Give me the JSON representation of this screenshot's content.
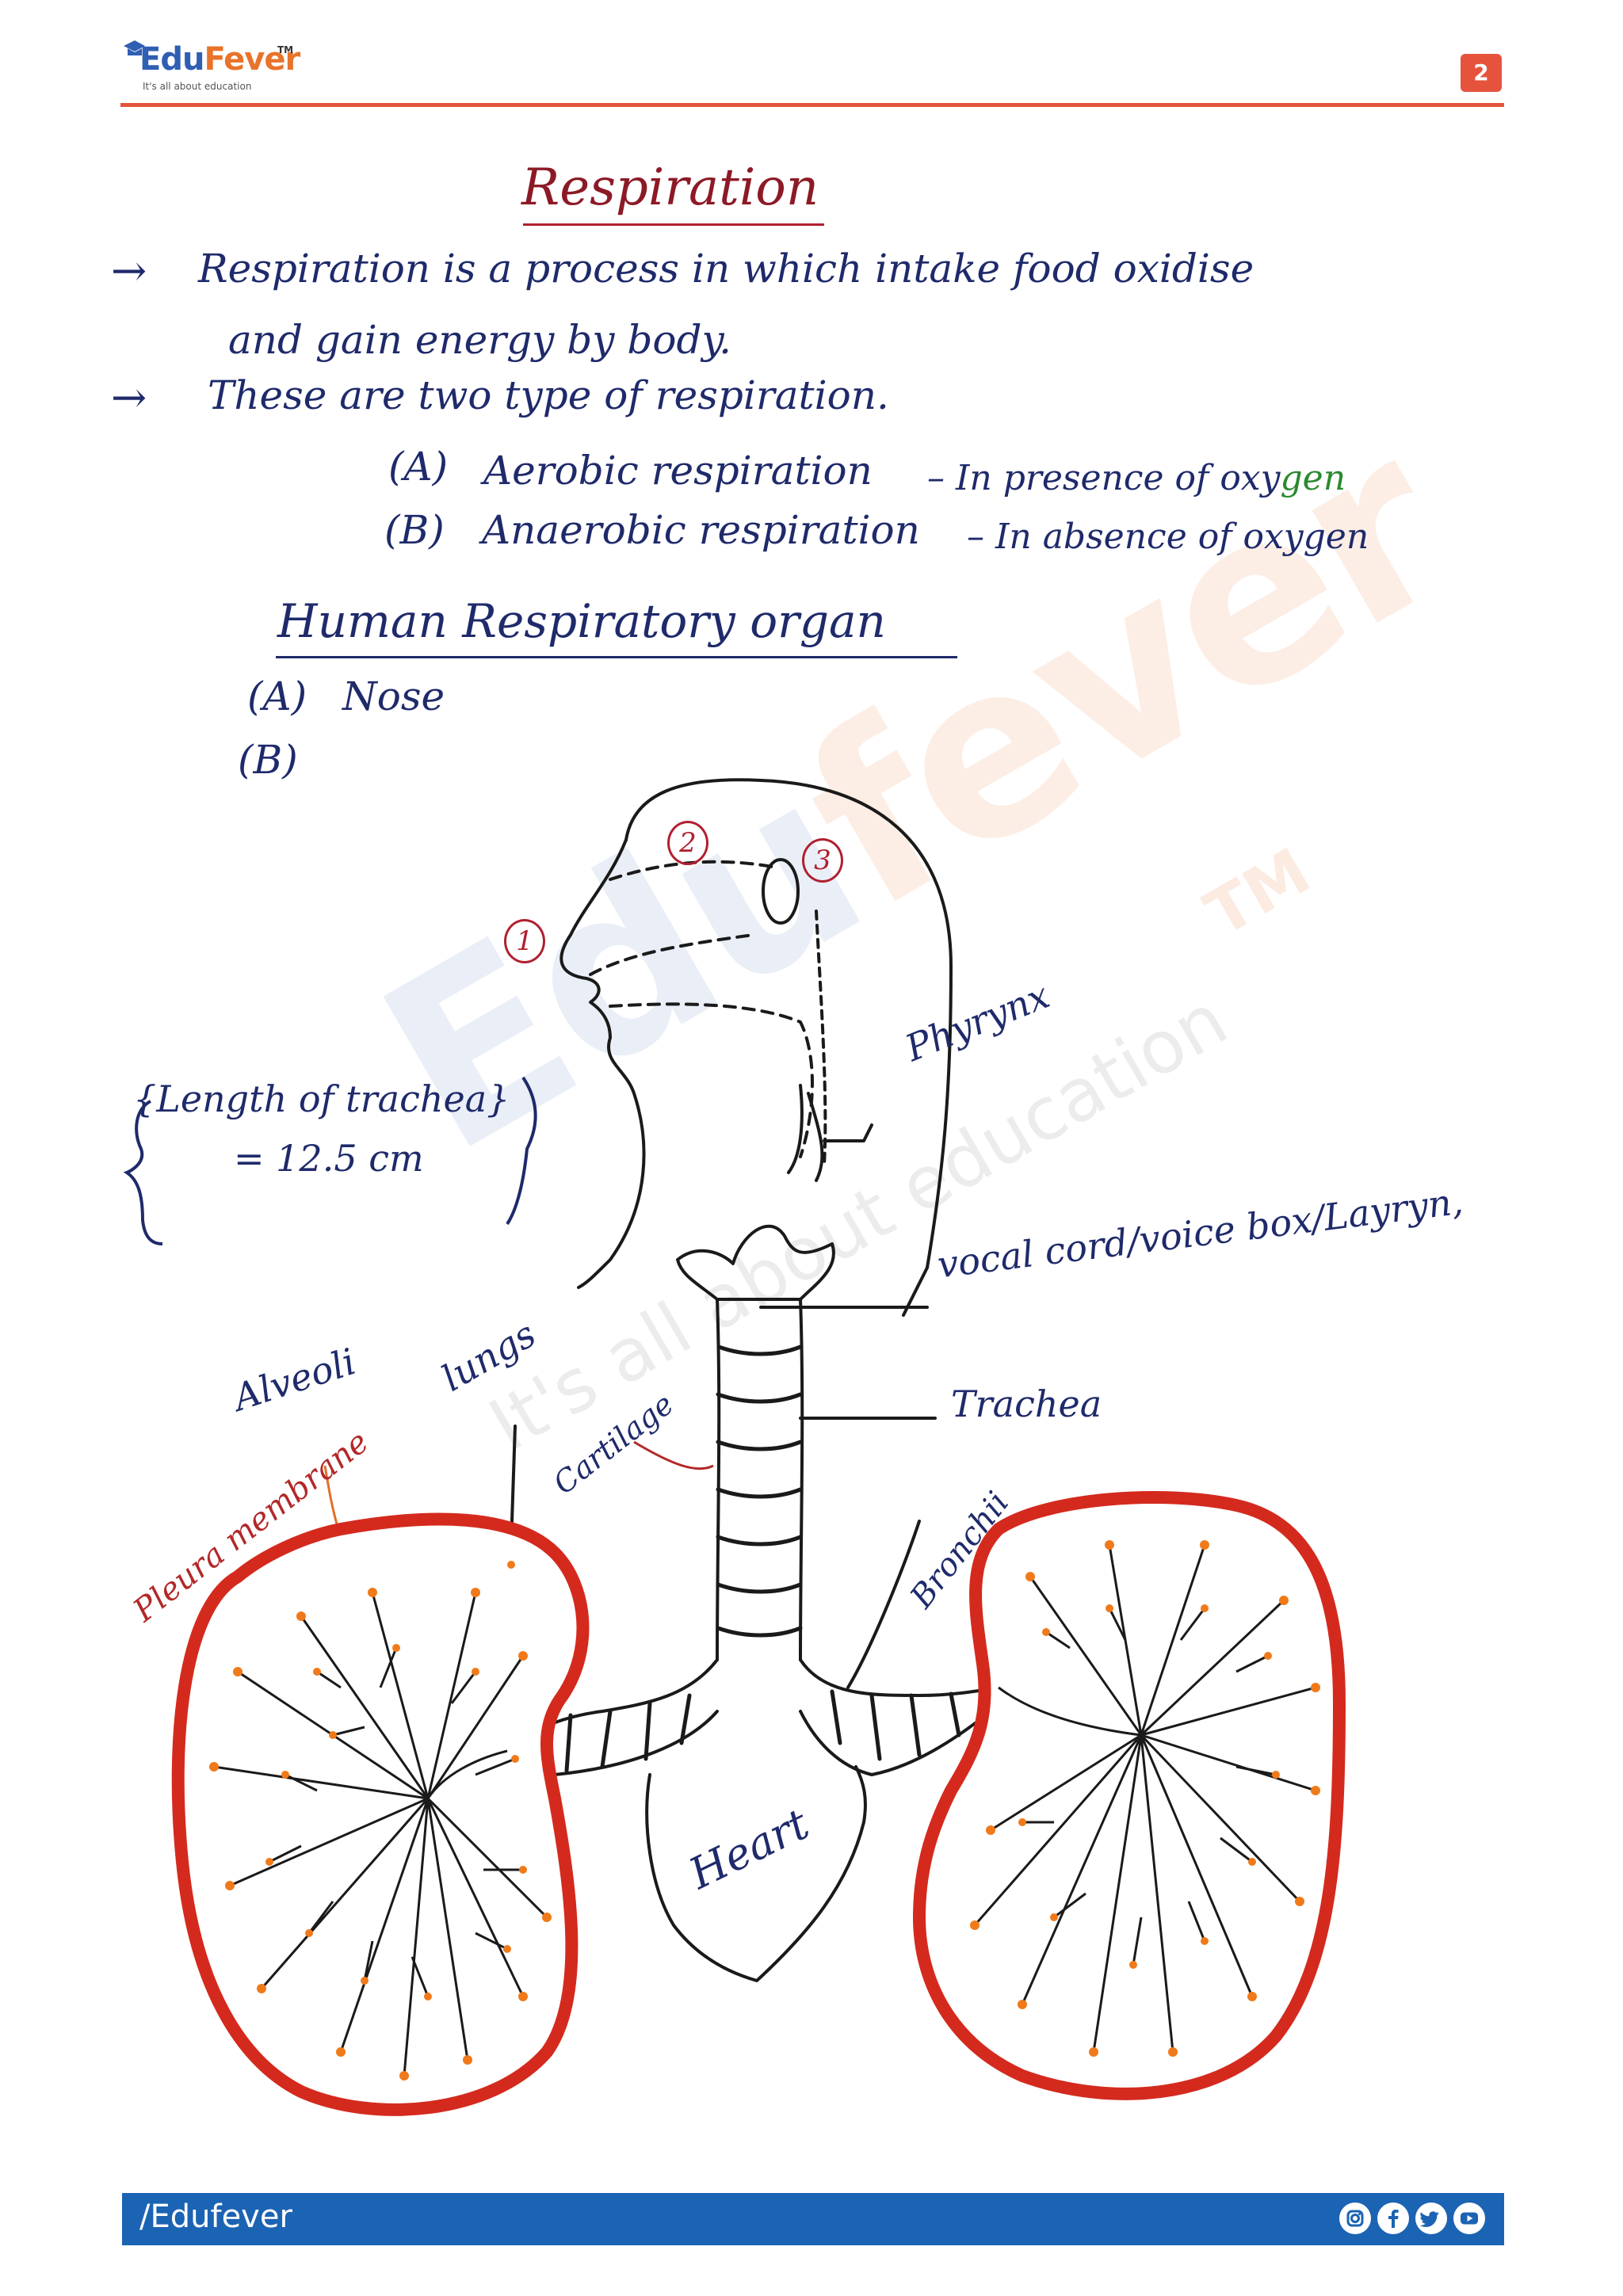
{
  "header": {
    "logo_name_prefix": "Edu",
    "logo_name_suffix": "Fever",
    "logo_tm": "TM",
    "logo_tagline": "It's all about education",
    "page_number": "2"
  },
  "notes": {
    "title": "Respiration",
    "arrow": "→",
    "definition_line1": "Respiration is a process in which intake food oxidise",
    "definition_line2": "and gain energy by body.",
    "types_intro": "These are two type of respiration.",
    "type_a_marker": "(A)",
    "type_a": "Aerobic respiration",
    "type_a_desc_prefix": "– In presence of oxy",
    "type_a_desc_suffix": "gen",
    "type_b_marker": "(B)",
    "type_b": "Anaerobic respiration",
    "type_b_desc": "– In absence of oxygen",
    "organ_heading": "Human Respiratory organ",
    "organ_a_marker": "(A)",
    "organ_a": "Nose",
    "organ_b_marker": "(B)"
  },
  "diagram": {
    "num_1": "1",
    "num_2": "2",
    "num_3": "3",
    "pharynx": "Phyrynx",
    "length_line1": "{Length of trachea}",
    "length_line2": "= 12.5 cm",
    "vocal": "vocal cord/voice box/Layryn,",
    "trachea": "Trachea",
    "alveoli": "Alveoli",
    "lungs": "lungs",
    "cartilage": "Cartilage",
    "pleura": "Pleura membrane",
    "bronchii": "Bronchii",
    "heart": "Heart"
  },
  "watermark": {
    "name_prefix": "Edu",
    "name_suffix": "fever",
    "tm": "TM",
    "tagline": "It's all about education"
  },
  "footer": {
    "handle": "/Edufever",
    "icons": [
      "instagram-icon",
      "facebook-icon",
      "twitter-icon",
      "youtube-icon"
    ]
  },
  "colors": {
    "ink": "#1f2a6b",
    "title_red": "#8c1a26",
    "pleura_red": "#d42a1e",
    "alveoli_orange": "#f07a1a",
    "accent_orange": "#e5533d",
    "footer_blue": "#1b63b3",
    "brand_blue": "#2f5fb2",
    "highlight_green": "#2a8a2e"
  }
}
